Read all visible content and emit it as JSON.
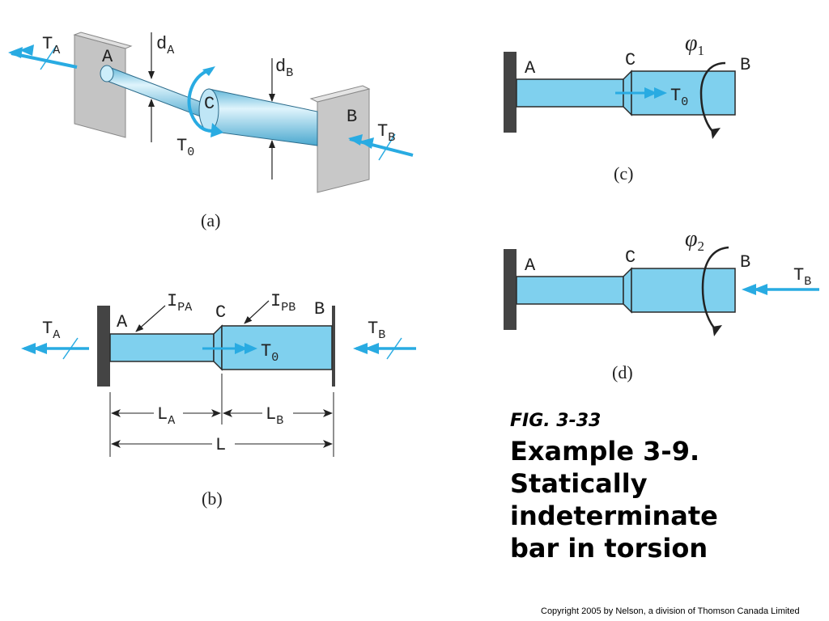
{
  "figure": {
    "number": "FIG. 3-33",
    "title_lines": [
      "Example 3-9.",
      "Statically",
      "indeterminate",
      "bar in torsion"
    ],
    "copyright": "Copyright 2005 by Nelson, a division of Thomson Canada Limited"
  },
  "panel_a": {
    "caption": "(a)",
    "labels": {
      "A": "A",
      "B": "B",
      "C": "C",
      "T": "T",
      "sub_A": "A",
      "sub_B": "B",
      "sub_0": "0",
      "d": "d"
    }
  },
  "panel_b": {
    "caption": "(b)",
    "labels": {
      "A": "A",
      "B": "B",
      "C": "C",
      "T": "T",
      "I": "I",
      "L": "L",
      "sub_PA": "PA",
      "sub_PB": "PB",
      "sub_A": "A",
      "sub_B": "B",
      "sub_0": "0"
    }
  },
  "panel_c": {
    "caption": "(c)",
    "labels": {
      "A": "A",
      "B": "B",
      "C": "C",
      "T": "T",
      "sub_0": "0",
      "phi": "φ",
      "sub_1": "1"
    }
  },
  "panel_d": {
    "caption": "(d)",
    "labels": {
      "A": "A",
      "B": "B",
      "C": "C",
      "T": "T",
      "sub_B": "B",
      "phi": "φ",
      "sub_2": "2"
    }
  },
  "colors": {
    "bar_fill": "#7fd0ee",
    "bar_edge": "#2a2a2a",
    "torque_arrow": "#29abe2",
    "wall": "#444444"
  }
}
